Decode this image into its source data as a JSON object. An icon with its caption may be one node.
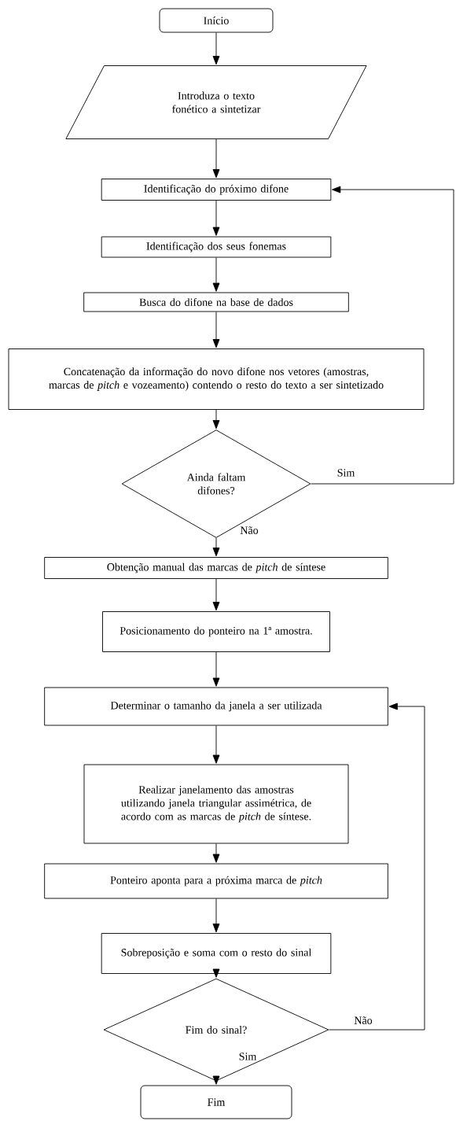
{
  "diagram": {
    "nodes": [
      {
        "text": [
          "Início"
        ]
      },
      {
        "text": [
          "Introduza o texto fonético a sintetizar"
        ]
      },
      {
        "text": [
          "Identificação do próximo difone"
        ]
      },
      {
        "text": [
          "Identificação dos seus fonemas"
        ]
      },
      {
        "text": [
          "Busca do difone na base de dados"
        ]
      },
      {
        "text": [
          "Concatenação da informação do novo difone nos vetores (amostras, marcas de *pitch* e vozeamento) contendo o resto do texto a ser sintetizado"
        ]
      },
      {
        "text": [
          "Ainda faltam difones?"
        ]
      },
      {
        "text": [
          "Obtenção manual das marcas de *pitch* de síntese"
        ]
      },
      {
        "text": [
          "Posicionamento do ponteiro na 1ª amostra."
        ]
      },
      {
        "text": [
          "Determinar o tamanho da janela a ser utilizada"
        ]
      },
      {
        "text": [
          "Realizar janelamento das amostras utilizando janela triangular assimétrica, de acordo com as marcas de *pitch* de síntese."
        ]
      },
      {
        "text": [
          "Ponteiro aponta para a próxima marca de *pitch*"
        ]
      },
      {
        "text": [
          "Sobreposição e soma com o resto do sinal"
        ]
      },
      {
        "text": [
          "Fim do sinal?"
        ]
      },
      {
        "text": [
          "Fim"
        ]
      }
    ],
    "edges": [
      {
        "from": 0,
        "to": 1,
        "arrow": "to"
      },
      {
        "from": 1,
        "to": 2,
        "arrow": "to"
      },
      {
        "from": 2,
        "to": 3,
        "arrow": "to"
      },
      {
        "from": 3,
        "to": 4,
        "arrow": "to"
      },
      {
        "from": 4,
        "to": 5,
        "arrow": "to"
      },
      {
        "from": 5,
        "to": 6,
        "arrow": "to"
      },
      {
        "from": 6,
        "to": 2,
        "arrow": "to",
        "label": "Sim"
      },
      {
        "from": 6,
        "to": 7,
        "arrow": "to",
        "label": "Não"
      },
      {
        "from": 7,
        "to": 8,
        "arrow": "to"
      },
      {
        "from": 8,
        "to": 9,
        "arrow": "to"
      },
      {
        "from": 9,
        "to": 10,
        "arrow": "to"
      },
      {
        "from": 10,
        "to": 11,
        "arrow": "to"
      },
      {
        "from": 11,
        "to": 12,
        "arrow": "to"
      },
      {
        "from": 12,
        "to": 13,
        "arrow": "to"
      },
      {
        "from": 13,
        "to": 9,
        "arrow": "to",
        "label": "Não"
      },
      {
        "from": 13,
        "to": 14,
        "arrow": "to",
        "label": "Sim"
      }
    ]
  }
}
